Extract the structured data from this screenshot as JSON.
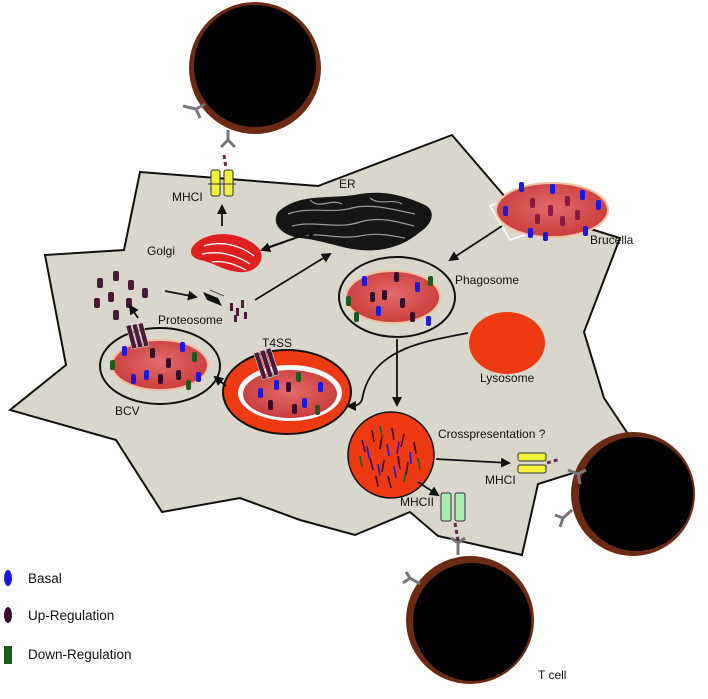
{
  "labels": {
    "mhc1_top": "MHCI",
    "er": "ER",
    "golgi": "Golgi",
    "proteosome": "Proteosome",
    "brucella": "Brucella",
    "phagosome": "Phagosome",
    "t4ss": "T4SS",
    "bcv": "BCV",
    "lysosome": "Lysosome",
    "crosspresentation": "Crosspresentation ?",
    "mhc1_right": "MHCI",
    "mhc2": "MHCII",
    "tcell": "T cell"
  },
  "legend": [
    {
      "label": "Basal",
      "color": "#1a1adc"
    },
    {
      "label": "Up-Regulation",
      "color": "#3a0a2a"
    },
    {
      "label": "Down-Regulation",
      "color": "#1e5a1e"
    }
  ],
  "colors": {
    "cell_fill": "#d9d7cc",
    "bacterium": "#d84848",
    "lysosome": "#ee3a12",
    "tcell_rim": "#6b2a14",
    "mhc1": "#f2f23a",
    "mhc2": "#a8ecb4"
  }
}
